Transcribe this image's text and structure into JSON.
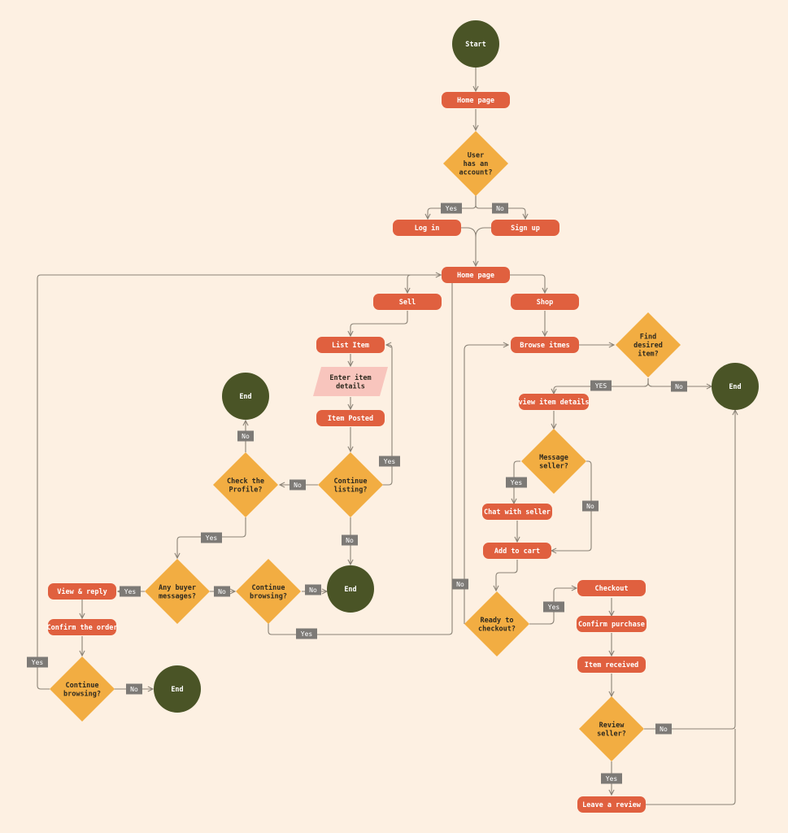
{
  "colors": {
    "background": "#fdf0e2",
    "process": "#e0603f",
    "decision": "#f2ad42",
    "terminal": "#4a5426",
    "input": "#f8c5bd",
    "tag": "#7d7a76",
    "edge": "#8a8276"
  },
  "nodes": {
    "start": "Start",
    "home1": "Home page",
    "has_account": "User\nhas an\naccount?",
    "login": "Log in",
    "signup": "Sign up",
    "home2": "Home page",
    "sell": "Sell",
    "shop": "Shop",
    "list_item": "List Item",
    "enter_details": "Enter item\ndetails",
    "item_posted": "Item Posted",
    "continue_listing": "Continue\nlisting?",
    "check_profile": "Check the\nProfile?",
    "end_profile": "End",
    "buyer_messages": "Any buyer\nmessages?",
    "view_reply": "View & reply",
    "confirm_order": "Confirm the order",
    "continue_browsing_left": "Continue\nbrowsing?",
    "end_left": "End",
    "continue_browsing_mid": "Continue\nbrowsing?",
    "end_mid": "End",
    "browse_items": "Browse itmes",
    "find_item": "Find\ndesired\nitem?",
    "end_right": "End",
    "view_details": "view item details",
    "message_seller": "Message\nseller?",
    "chat_seller": "Chat with seller",
    "add_cart": "Add to cart",
    "ready_checkout": "Ready to\ncheckout?",
    "checkout": "Checkout",
    "confirm_purchase": "Confirm purchase",
    "item_received": "Item received",
    "review_seller": "Review\nseller?",
    "leave_review": "Leave a review"
  },
  "tags": {
    "t1": "Yes",
    "t2": "No",
    "t3": "Yes",
    "t4": "No",
    "t5": "No",
    "t6": "No",
    "t7": "Yes",
    "t8": "Yes",
    "t9": "No",
    "t10": "No",
    "t11": "Yes",
    "t12": "Yes",
    "t13": "No",
    "t14": "YES",
    "t15": "No",
    "t16": "Yes",
    "t17": "No",
    "t18": "No",
    "t19": "Yes",
    "t20": "No",
    "t21": "Yes"
  }
}
